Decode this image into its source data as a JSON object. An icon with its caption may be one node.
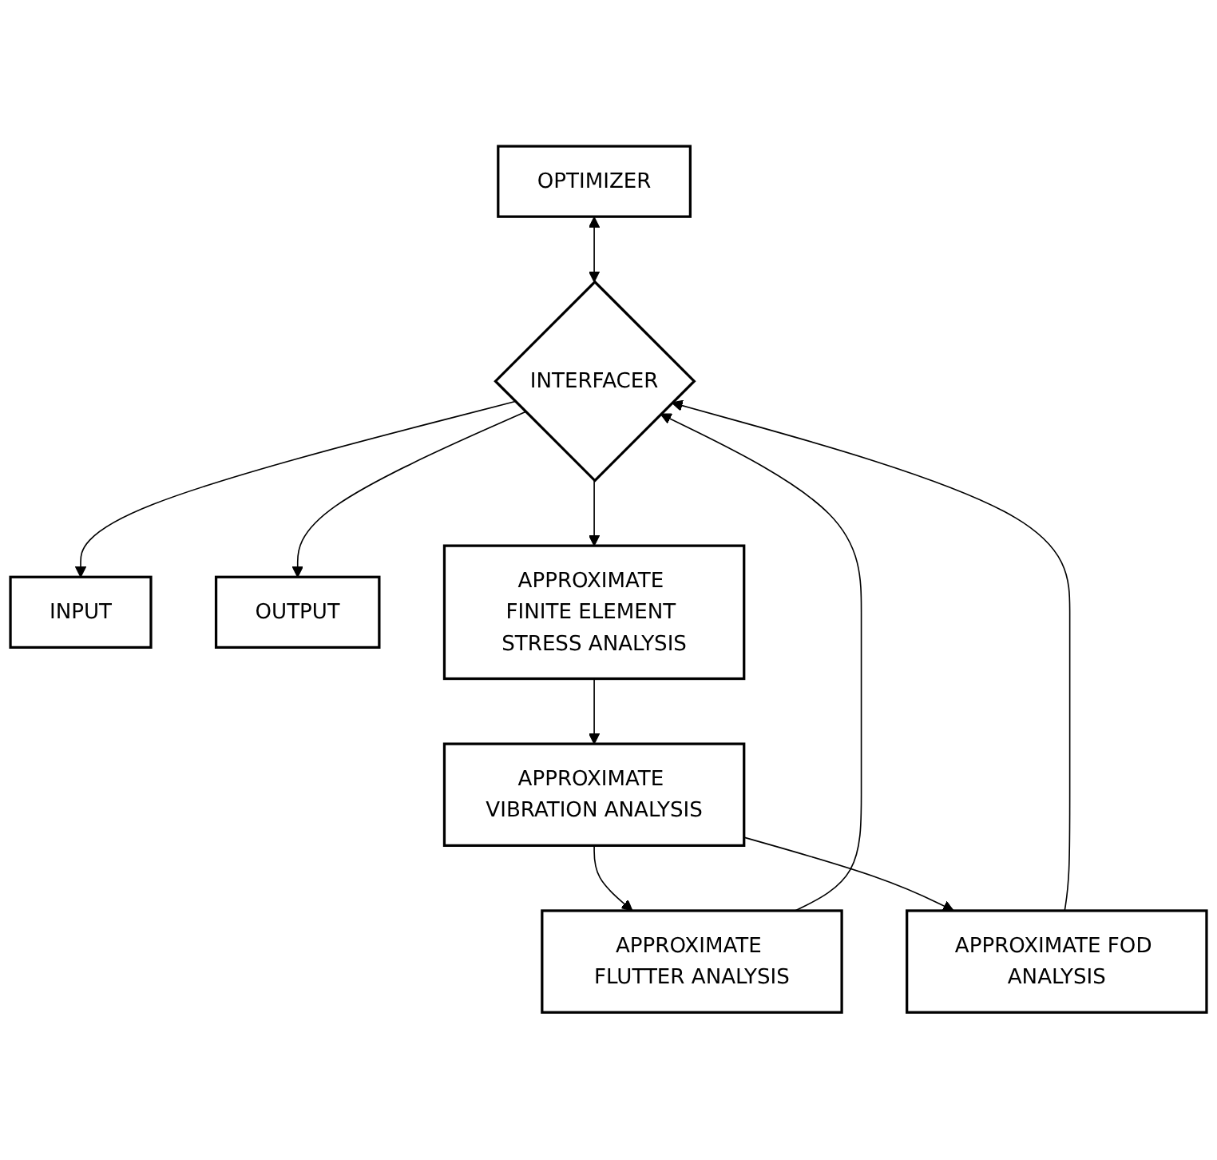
{
  "diagram": {
    "nodes": [
      {
        "text": [
          "OPTIMIZER"
        ]
      },
      {
        "text": [
          "INPUT"
        ]
      },
      {
        "text": [
          "INTERFACER"
        ]
      },
      {
        "text": [
          "OUTPUT"
        ]
      },
      {
        "text": [
          "APPROXIMATE FINITE ELEMENT STRESS ANALYSIS"
        ]
      },
      {
        "text": [
          "APPROXIMATE VIBRATION ANALYSIS"
        ]
      },
      {
        "text": [
          "APPROXIMATE FLUTTER ANALYSIS"
        ]
      },
      {
        "text": [
          "APPROXIMATE FOD ANALYSIS"
        ]
      }
    ],
    "edges": [
      {
        "from": 0,
        "to": 2,
        "arrow": "both"
      },
      {
        "from": 2,
        "to": 1,
        "arrow": "to"
      },
      {
        "from": 2,
        "to": 3,
        "arrow": "to"
      },
      {
        "from": 2,
        "to": 4,
        "arrow": "to"
      },
      {
        "from": 4,
        "to": 5,
        "arrow": "to"
      },
      {
        "from": 5,
        "to": 6,
        "arrow": "to"
      },
      {
        "from": 5,
        "to": 7,
        "arrow": "to"
      },
      {
        "from": 6,
        "to": 2,
        "arrow": "to"
      },
      {
        "from": 7,
        "to": 2,
        "arrow": "to"
      }
    ]
  }
}
